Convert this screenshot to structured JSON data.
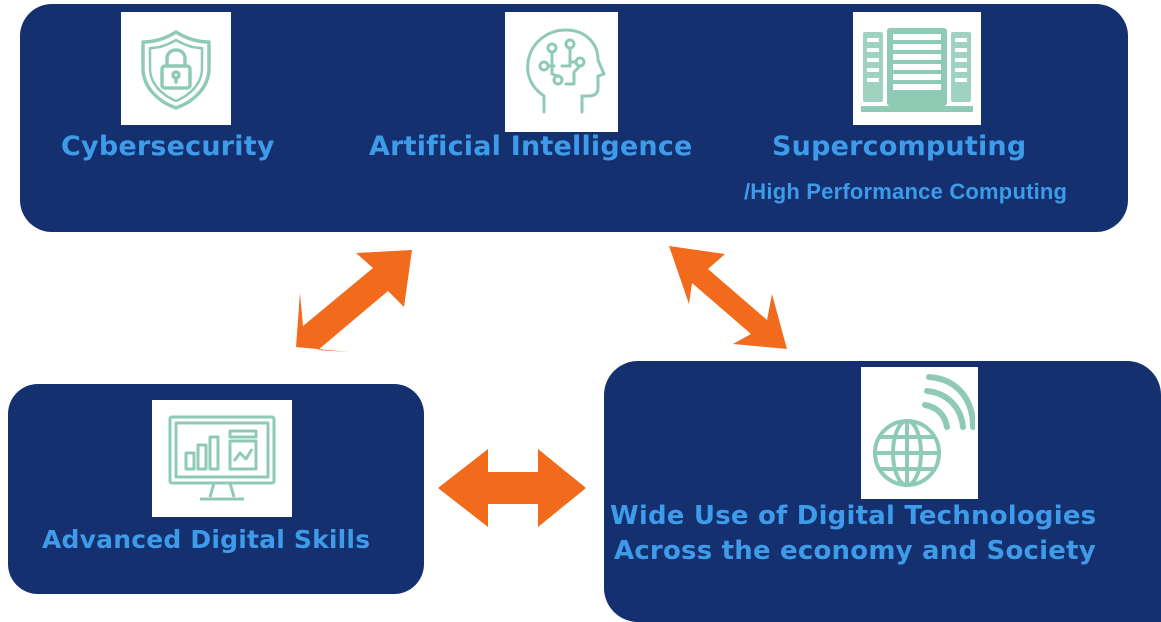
{
  "top_panel": {
    "cyber": {
      "label": "Cybersecurity",
      "icon": "shield-lock-icon"
    },
    "ai": {
      "label": "Artificial Intelligence",
      "icon": "ai-head-icon"
    },
    "super": {
      "label": "Supercomputing",
      "sublabel": "/High Performance Computing",
      "icon": "server-rack-icon"
    }
  },
  "left_panel": {
    "label": "Advanced Digital Skills",
    "icon": "monitor-chart-icon"
  },
  "right_panel": {
    "line1": "Wide Use of Digital Technologies",
    "line2": "Across the economy and Society",
    "icon": "wireless-globe-icon"
  },
  "colors": {
    "panel": "#14306f",
    "text": "#3d9be9",
    "icon": "#8fcbb4",
    "arrow": "#f26b1d"
  }
}
